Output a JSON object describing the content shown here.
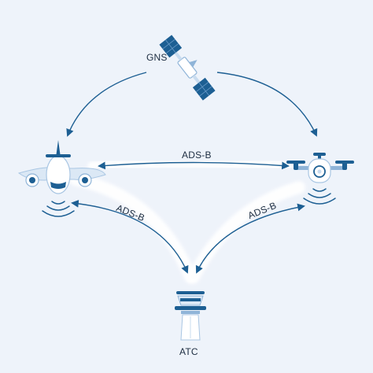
{
  "labels": {
    "satellite": "GNS",
    "tower": "ATC",
    "link_aircraft_drone": "ADS-B",
    "link_aircraft_tower": "ADS-B",
    "link_drone_tower": "ADS-B"
  },
  "colors": {
    "background": "#eef3fa",
    "primary_blue": "#1d5f93",
    "light_blue": "#8fb4d8",
    "pale_blue": "#c9dcef",
    "glow": "#ffffff",
    "text": "#1c2c40"
  },
  "icons": {
    "satellite": "satellite-icon",
    "aircraft": "airplane-icon",
    "drone": "drone-icon",
    "tower": "control-tower-icon"
  }
}
